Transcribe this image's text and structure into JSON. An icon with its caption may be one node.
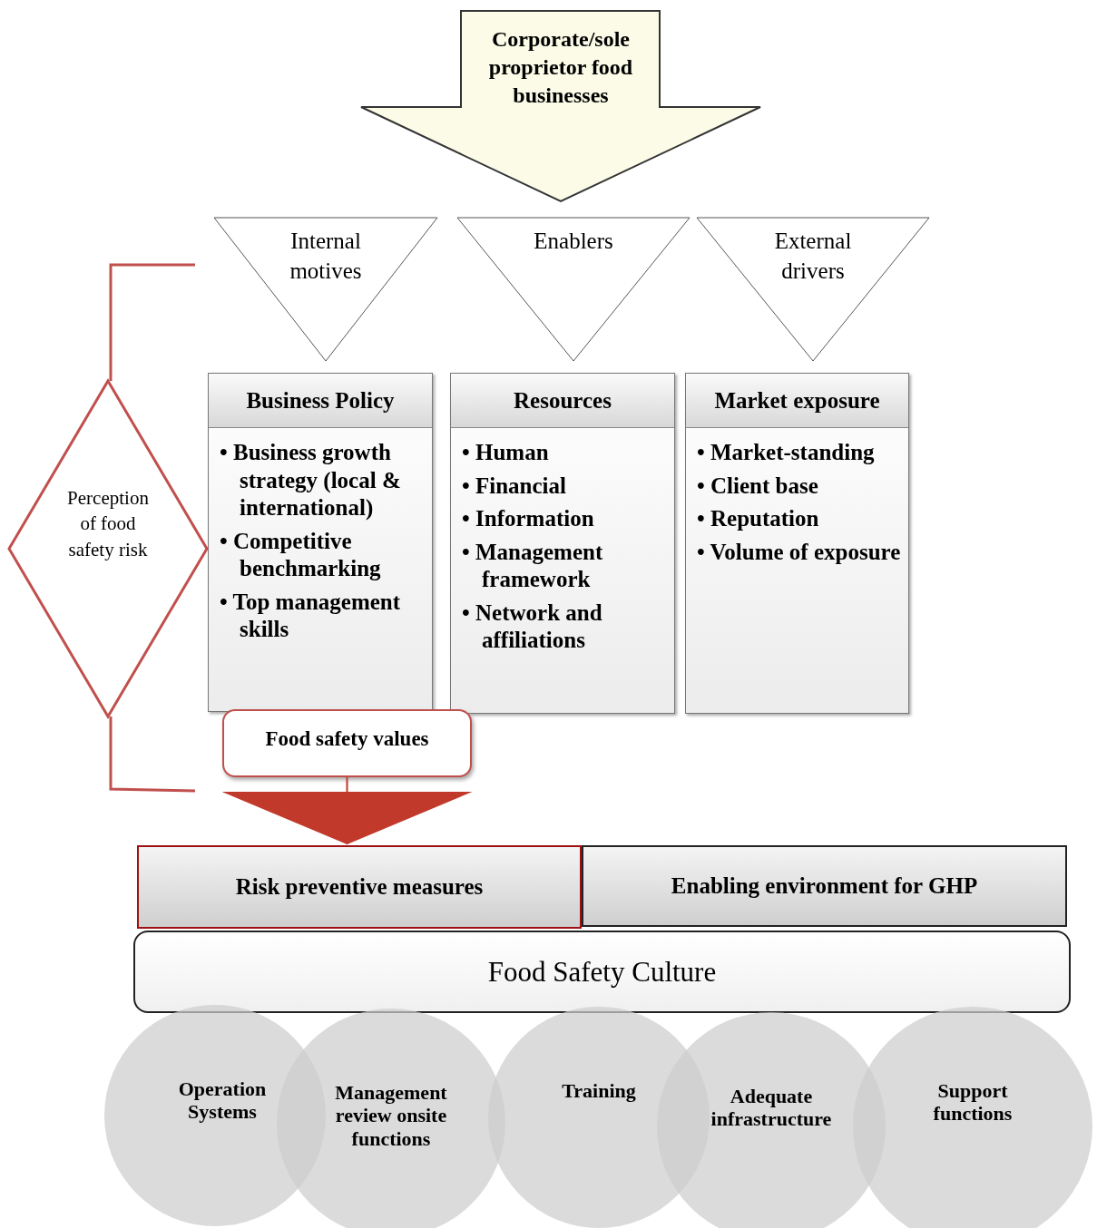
{
  "diagram": {
    "nodes": [
      {
        "text": [
          "Corporate/sole proprietor food businesses"
        ]
      },
      {
        "text": [
          "Internal motives"
        ]
      },
      {
        "text": [
          "Enablers"
        ]
      },
      {
        "text": [
          "External drivers"
        ]
      },
      {
        "text": [
          "Business Policy",
          "• Business growth strategy (local & international)",
          "• Competitive benchmarking",
          "• Top management skills"
        ]
      },
      {
        "text": [
          "Resources",
          "• Human",
          "• Financial",
          "• Information",
          "• Management framework",
          "• Network and affiliations"
        ]
      },
      {
        "text": [
          "Market exposure",
          "• Market-standing",
          "• Client base",
          "• Reputation",
          "• Volume of exposure"
        ]
      },
      {
        "text": [
          "Perception of food safety risk"
        ]
      },
      {
        "text": [
          "Food safety values"
        ]
      },
      {
        "text": [
          "Risk preventive measures"
        ]
      },
      {
        "text": [
          "Enabling environment for GHP"
        ]
      },
      {
        "text": [
          "Food Safety Culture"
        ]
      },
      {
        "text": [
          "Operation Systems"
        ]
      },
      {
        "text": [
          "Management review onsite functions"
        ]
      },
      {
        "text": [
          "Training"
        ]
      },
      {
        "text": [
          "Adequate infrastructure"
        ]
      },
      {
        "text": [
          "Support functions"
        ]
      }
    ],
    "edges": [
      {
        "from": 8,
        "to": 9,
        "arrow": "to"
      }
    ]
  }
}
